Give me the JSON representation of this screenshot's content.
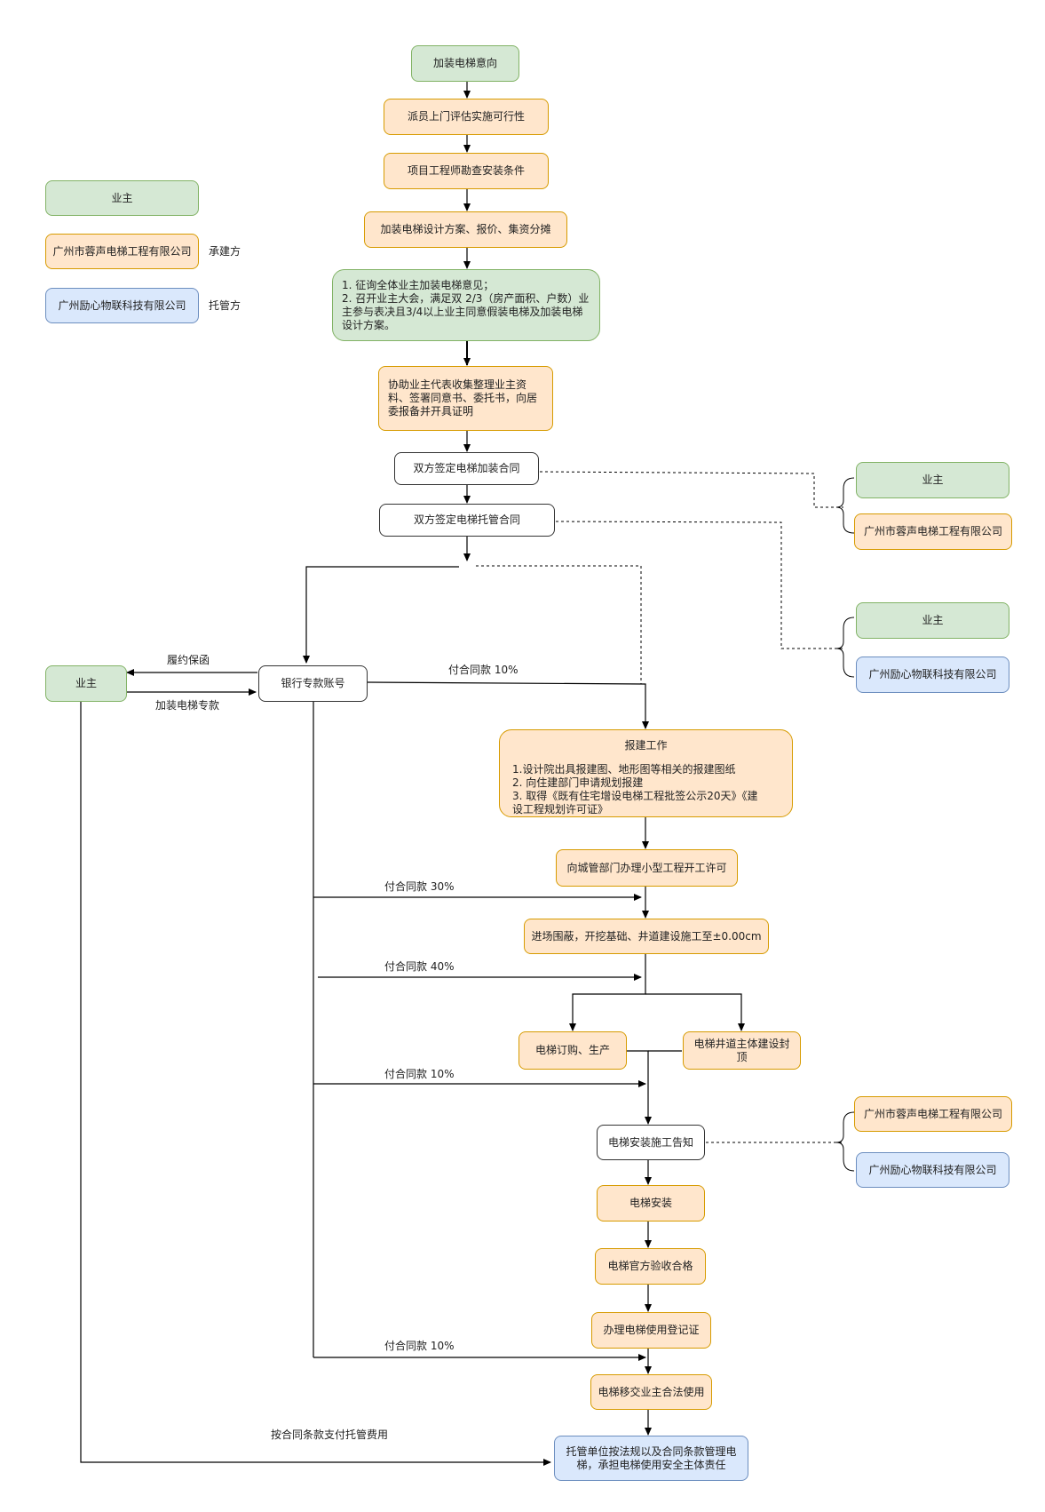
{
  "legend": {
    "owner": "业主",
    "contractor": "广州市蓉声电梯工程有限公司",
    "contractor_role": "承建方",
    "custodian": "广州励心物联科技有限公司",
    "custodian_role": "托管方"
  },
  "steps": {
    "intent": "加装电梯意向",
    "assess": "派员上门评估实施可行性",
    "survey": "项目工程师勘查安装条件",
    "design": "加装电梯设计方案、报价、集资分摊",
    "consult": [
      "1. 征询全体业主加装电梯意见；",
      "2. 召开业主大会，满足双 2/3（房产面积、户数）业",
      "主参与表决且3/4以上业主同意假装电梯及加装电梯",
      "设计方案。"
    ],
    "collect": [
      "协助业主代表收集整理业主资",
      "料、签署同意书、委托书，向居",
      "委报备并开具证明"
    ],
    "contract_install": "双方签定电梯加装合同",
    "contract_custody": "双方签定电梯托管合同",
    "bank": "银行专款账号",
    "owner_left": "业主",
    "approval_title": "报建工作",
    "approval_lines": [
      "1.设计院出具报建图、地形图等相关的报建图纸",
      "2. 向住建部门申请规划报建",
      "3. 取得《既有住宅增设电梯工程批签公示20天》《建",
      "设工程规划许可证》"
    ],
    "permit": "向城管部门办理小型工程开工许可",
    "foundation": "进场围蔽，开挖基础、井道建设施工至±0.00cm",
    "order": "电梯订购、生产",
    "shaft": "电梯井道主体建设封顶",
    "notice": "电梯安装施工告知",
    "install": "电梯安装",
    "acceptance": "电梯官方验收合格",
    "register": "办理电梯使用登记证",
    "handover": "电梯移交业主合法使用",
    "custody_final": [
      "托管单位按法规以及合同条款管理电",
      "梯，承担电梯使用安全主体责任"
    ]
  },
  "parties": {
    "install_owner": "业主",
    "install_contractor": "广州市蓉声电梯工程有限公司",
    "custody_owner": "业主",
    "custody_custodian": "广州励心物联科技有限公司",
    "notice_contractor": "广州市蓉声电梯工程有限公司",
    "notice_custodian": "广州励心物联科技有限公司"
  },
  "edge_labels": {
    "deposit": "履约保函",
    "special_fund": "加装电梯专款",
    "pay_10_a": "付合同款 10%",
    "pay_30": "付合同款 30%",
    "pay_40": "付合同款 40%",
    "pay_10_b": "付合同款 10%",
    "pay_10_c": "付合同款 10%",
    "custody_fee": "按合同条款支付托管费用"
  }
}
